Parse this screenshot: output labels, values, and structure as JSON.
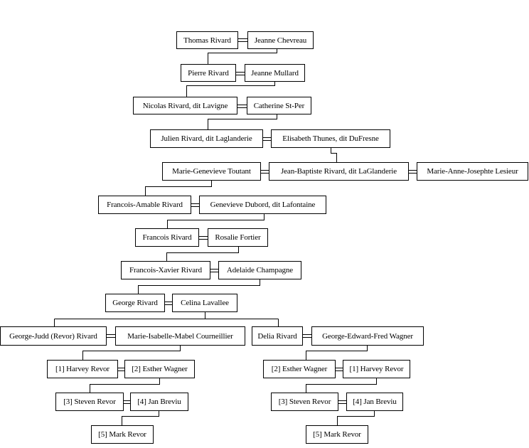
{
  "people": {
    "thomas_rivard": "Thomas Rivard",
    "jeanne_chevreau": "Jeanne Chevreau",
    "pierre_rivard": "Pierre Rivard",
    "jeanne_mullard": "Jeanne Mullard",
    "nicolas_rivard": "Nicolas Rivard, dit Lavigne",
    "catherine_stper": "Catherine St-Per",
    "julien_rivard": "Julien Rivard, dit Laglanderie",
    "elisabeth_thunes": "Elisabeth Thunes, dit DuFresne",
    "marie_genevieve_toutant": "Marie-Genevieve Toutant",
    "jean_baptiste_rivard": "Jean-Baptiste Rivard, dit LaGlanderie",
    "marie_anne_josephte_lesieur": "Marie-Anne-Josephte Lesieur",
    "francois_amable_rivard": "Francois-Amable Rivard",
    "genevieve_dubord": "Genevieve Dubord, dit Lafontaine",
    "francois_rivard": "Francois Rivard",
    "rosalie_fortier": "Rosalie Fortier",
    "francois_xavier_rivard": "Francois-Xavier Rivard",
    "adelaide_champagne": "Adelaide Champagne",
    "george_rivard": "George Rivard",
    "celina_lavallee": "Celina Lavallee",
    "george_judd_rivard": "George-Judd (Revor) Rivard",
    "marie_isabelle_courneillier": "Marie-Isabelle-Mabel Courneillier",
    "delia_rivard": "Delia Rivard",
    "george_edward_wagner": "George-Edward-Fred Wagner",
    "harvey_revor_l": "[1] Harvey Revor",
    "esther_wagner_l": "[2] Esther Wagner",
    "steven_revor_l": "[3] Steven Revor",
    "jan_breviu_l": "[4] Jan Breviu",
    "mark_revor_l": "[5] Mark Revor",
    "esther_wagner_r": "[2] Esther Wagner",
    "harvey_revor_r": "[1] Harvey Revor",
    "steven_revor_r": "[3] Steven Revor",
    "jan_breviu_r": "[4] Jan Breviu",
    "mark_revor_r": "[5] Mark Revor"
  }
}
